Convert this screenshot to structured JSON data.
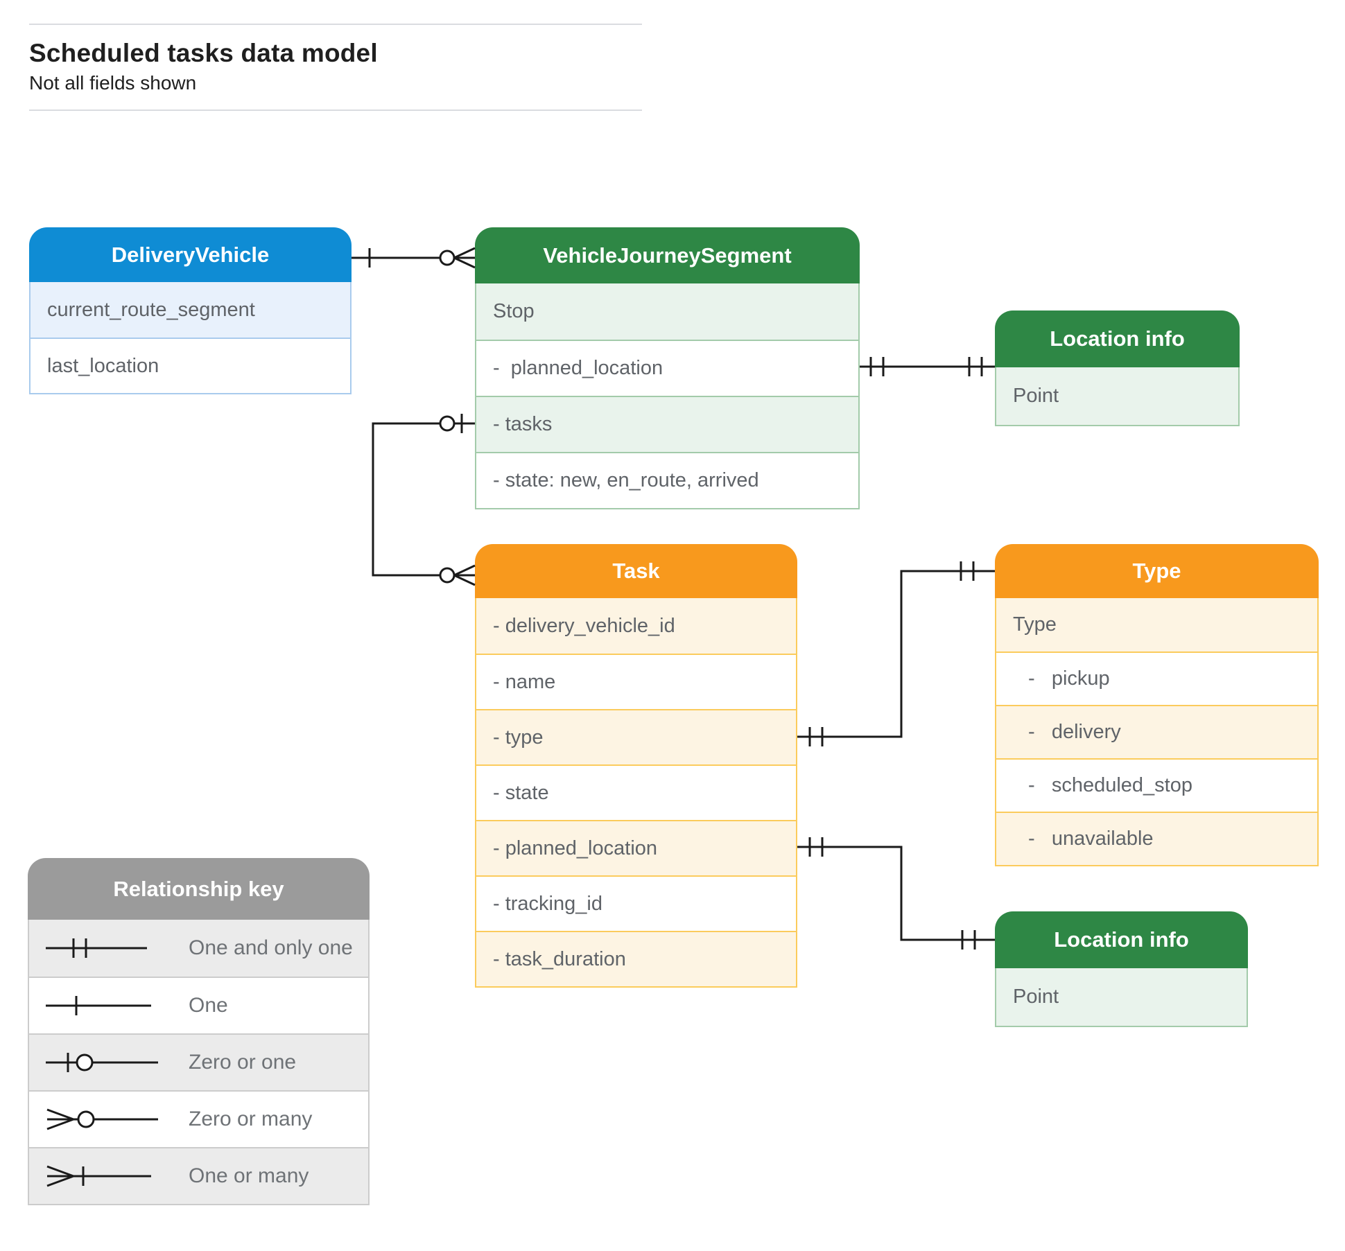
{
  "header": {
    "title": "Scheduled tasks data model",
    "subtitle": "Not all fields shown"
  },
  "entities": [
    {
      "name": "DeliveryVehicle",
      "rows": [
        "current_route_segment",
        "last_location"
      ]
    },
    {
      "name": "VehicleJourneySegment",
      "rows": [
        "Stop",
        "-  planned_location",
        "- tasks",
        "- state: new, en_route, arrived"
      ]
    },
    {
      "name": "Location info",
      "rows": [
        "Point"
      ]
    },
    {
      "name": "Task",
      "rows": [
        "- delivery_vehicle_id",
        "- name",
        "- type",
        "- state",
        "- planned_location",
        "- tracking_id",
        "- task_duration"
      ]
    },
    {
      "name": "Type",
      "rows": [
        "Type",
        "-   pickup",
        "-   delivery",
        "-   scheduled_stop",
        "-   unavailable"
      ]
    },
    {
      "name": "Location info",
      "rows": [
        "Point"
      ]
    }
  ],
  "legend": {
    "title": "Relationship key",
    "items": [
      {
        "symbol": "one-and-only-one",
        "label": "One and only one"
      },
      {
        "symbol": "one",
        "label": "One"
      },
      {
        "symbol": "zero-or-one",
        "label": "Zero or one"
      },
      {
        "symbol": "zero-or-many",
        "label": "Zero or many"
      },
      {
        "symbol": "one-or-many",
        "label": "One or many"
      }
    ]
  },
  "relationships": [
    {
      "from": "DeliveryVehicle",
      "from_cardinality": "one",
      "to": "VehicleJourneySegment",
      "to_cardinality": "zero-or-many"
    },
    {
      "from": "VehicleJourneySegment.tasks",
      "from_cardinality": "zero-or-one",
      "to": "Task",
      "to_cardinality": "zero-or-many"
    },
    {
      "from": "VehicleJourneySegment.planned_location",
      "from_cardinality": "one-and-only-one",
      "to": "Location info",
      "to_cardinality": "one-and-only-one"
    },
    {
      "from": "Task.type",
      "from_cardinality": "one-and-only-one",
      "to": "Type",
      "to_cardinality": "one-and-only-one"
    },
    {
      "from": "Task.planned_location",
      "from_cardinality": "one-and-only-one",
      "to": "Location info",
      "to_cardinality": "one-and-only-one"
    }
  ],
  "colors": {
    "blue_header": "#0f8cd4",
    "blue_row": "#e8f1fc",
    "blue_border": "#a9cbed",
    "green_header": "#2e8745",
    "green_row": "#e9f3ec",
    "green_border": "#a3cbaa",
    "orange_header": "#f8991d",
    "orange_row": "#fdf4e3",
    "orange_border": "#fbcb5c",
    "gray_header": "#9b9b9b",
    "gray_row": "#ebebeb",
    "row_text": "#5f6368",
    "line": "#1a1a1a"
  }
}
